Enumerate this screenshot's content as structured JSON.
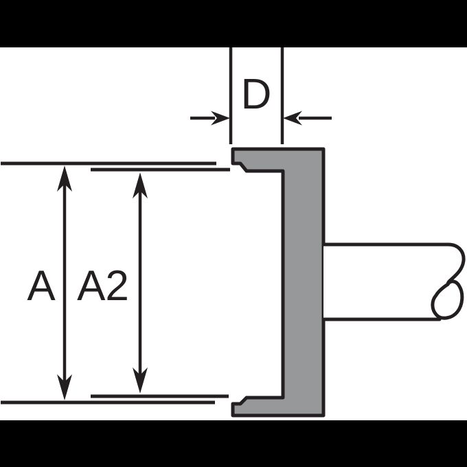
{
  "figure": {
    "dimension_labels": {
      "d": "D",
      "a": "A",
      "a2": "A2"
    },
    "colors": {
      "line": "#231f20",
      "part_fill": "#97989a",
      "letterbox": "#000000",
      "background": "#ffffff"
    }
  }
}
